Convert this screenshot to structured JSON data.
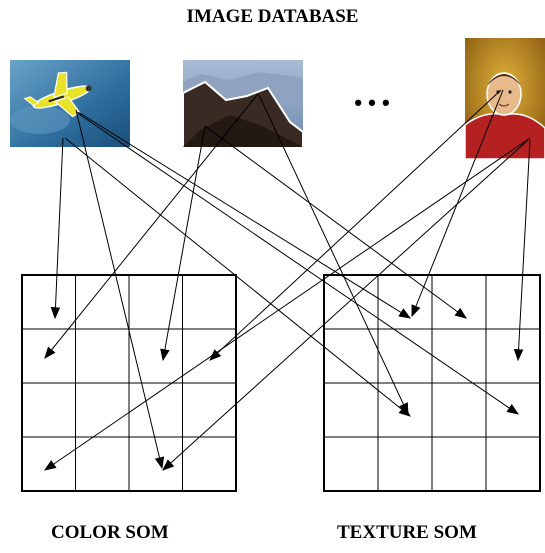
{
  "header": {
    "title": "IMAGE DATABASE"
  },
  "images": [
    {
      "depicts": "airplane",
      "colors": {
        "sky": "#2e6e9e",
        "plane": "#e9e22a"
      }
    },
    {
      "depicts": "mountain",
      "colors": {
        "sky": "#7f96b8",
        "mountain": "#3a2a24"
      }
    },
    {
      "depicts": "child",
      "colors": {
        "bg": "#c99a1e",
        "shirt": "#b52020"
      }
    }
  ],
  "ellipsis": "• • •",
  "maps": {
    "color_som": {
      "label": "COLOR SOM",
      "rows": 4,
      "cols": 4
    },
    "texture_som": {
      "label": "TEXTURE SOM",
      "rows": 4,
      "cols": 4
    }
  },
  "colors": {
    "line": "#000000",
    "background": "#ffffff"
  }
}
